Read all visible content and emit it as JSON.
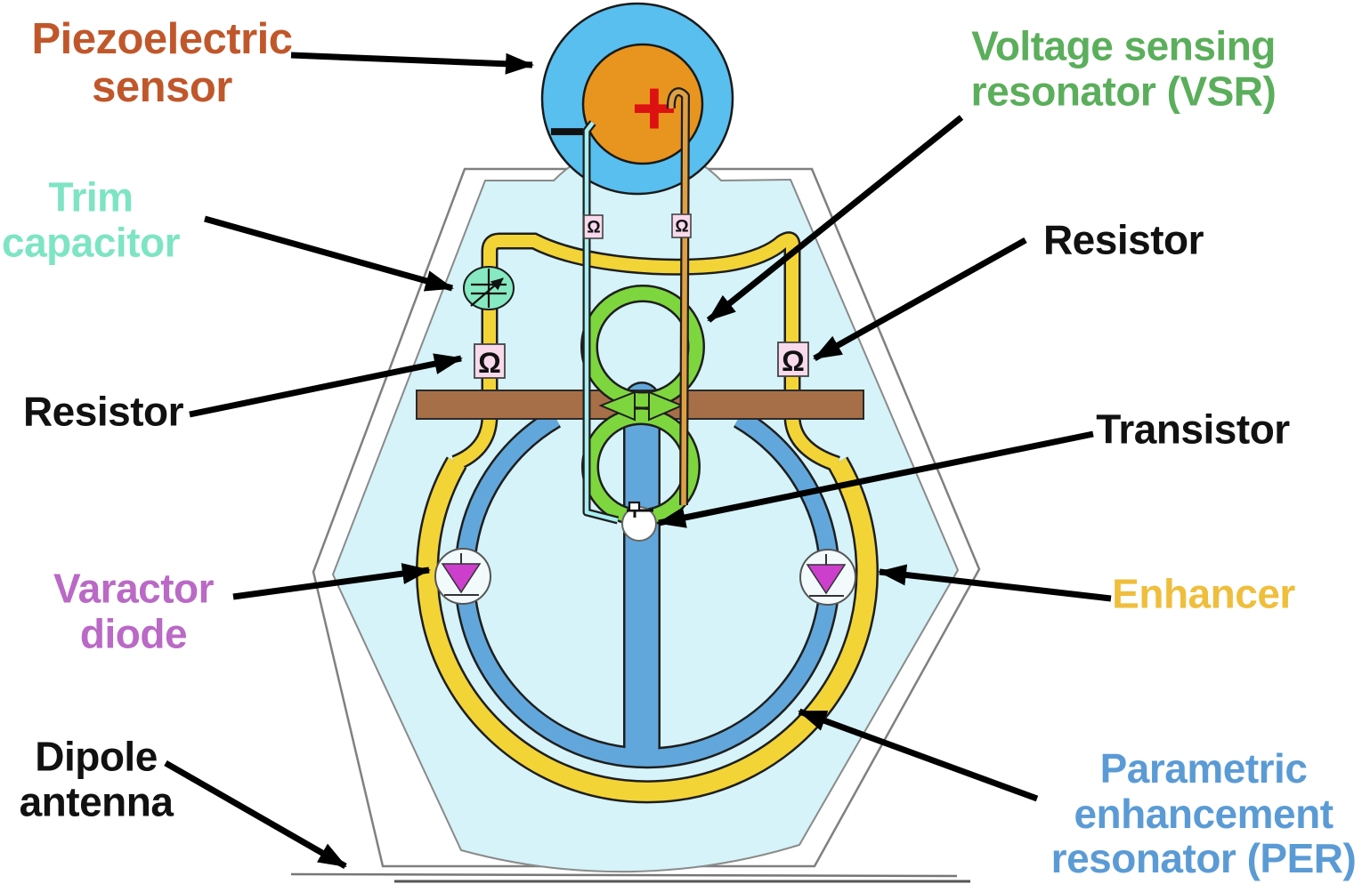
{
  "figure": {
    "type": "annotated-device-diagram",
    "description": "Hexagonal sensor chip diagram with labeled components"
  },
  "labels": {
    "piezoelectric": {
      "lines": [
        "Piezoelectric",
        "sensor"
      ],
      "color": "#C0572B"
    },
    "trim_capacitor": {
      "lines": [
        "Trim",
        "capacitor"
      ],
      "color": "#7DE4C4"
    },
    "resistor_left": {
      "lines": [
        "Resistor"
      ],
      "color": "#111111"
    },
    "vsr": {
      "lines": [
        "Voltage sensing",
        "resonator (VSR)"
      ],
      "color": "#5BAE5B"
    },
    "resistor_right": {
      "lines": [
        "Resistor"
      ],
      "color": "#111111"
    },
    "transistor": {
      "lines": [
        "Transistor"
      ],
      "color": "#111111"
    },
    "varactor": {
      "lines": [
        "Varactor",
        "diode"
      ],
      "color": "#BA69C6"
    },
    "enhancer": {
      "lines": [
        "Enhancer"
      ],
      "color": "#EFBE3C"
    },
    "dipole": {
      "lines": [
        "Dipole",
        "antenna"
      ],
      "color": "#111111"
    },
    "per": {
      "lines": [
        "Parametric",
        "enhancement",
        "resonator (PER)"
      ],
      "color": "#5B9BD5"
    }
  },
  "symbols": {
    "resistor": "Ω",
    "plus": "+",
    "minus": "−"
  },
  "colors": {
    "substrate": "#D5F3F8",
    "sensor_blue": "#58BFEF",
    "sensor_orange": "#E8951F",
    "plus_red": "#DD1111",
    "enhancer_yellow": "#F2D437",
    "per_blue": "#61A7DB",
    "vsr_green": "#7ED63E",
    "bar_brown": "#A76F47",
    "trim_mint": "#86E9C1",
    "resistor_pink": "#F9D9EC",
    "varactor_magenta": "#CC3FCC",
    "wire_cyan": "#A8EEF0",
    "wire_orange": "#DFA043"
  }
}
